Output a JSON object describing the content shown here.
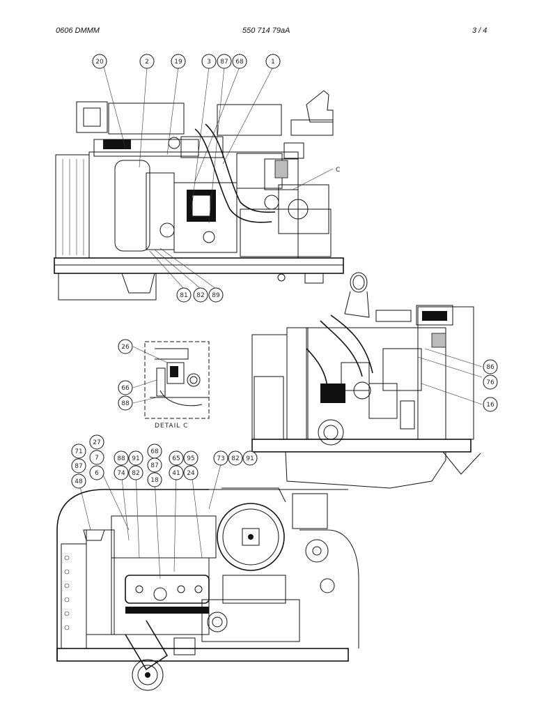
{
  "header": {
    "left": "0606 DMMM",
    "center": "550 714 79aA",
    "right": "3 /   4"
  },
  "detail_label": "DETAIL  C",
  "callout_letter": "C",
  "balloons": {
    "top_view": [
      "20",
      "2",
      "19",
      "3",
      "87",
      "68",
      "1",
      "81",
      "82",
      "89"
    ],
    "side_view": [
      "86",
      "76",
      "16"
    ],
    "detail_c": [
      "26",
      "66",
      "88"
    ],
    "bottom_view": [
      "71",
      "27",
      "7",
      "87",
      "6",
      "48",
      "88",
      "91",
      "74",
      "82",
      "68",
      "87",
      "18",
      "65",
      "95",
      "41",
      "24",
      "73",
      "82",
      "91"
    ]
  }
}
